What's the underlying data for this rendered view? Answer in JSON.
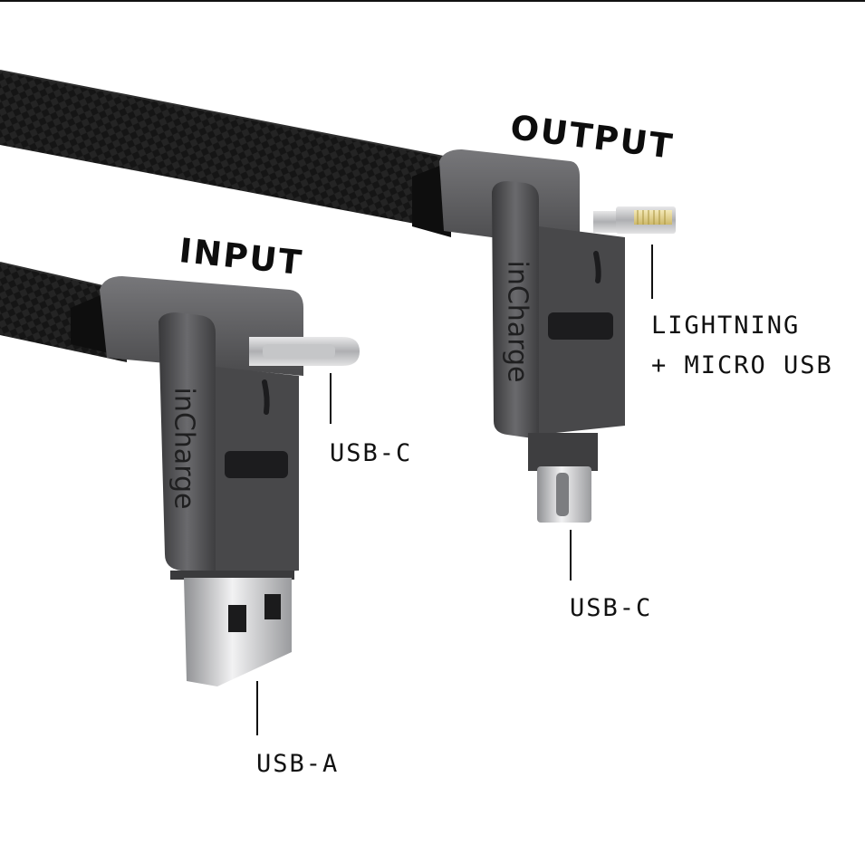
{
  "headings": {
    "output": "OUTPUT",
    "input": "INPUT"
  },
  "brand_mark": "inCharge",
  "labels": {
    "lightning": "LIGHTNING",
    "micro_usb": "+ MICRO USB",
    "usb_c_input": "USB-C",
    "usb_c_output": "USB-C",
    "usb_a": "USB-A"
  },
  "colors": {
    "cable": "#141414",
    "housing": "#4a4a4c",
    "metal": "#c9cacc",
    "text": "#111111",
    "background": "#ffffff"
  }
}
